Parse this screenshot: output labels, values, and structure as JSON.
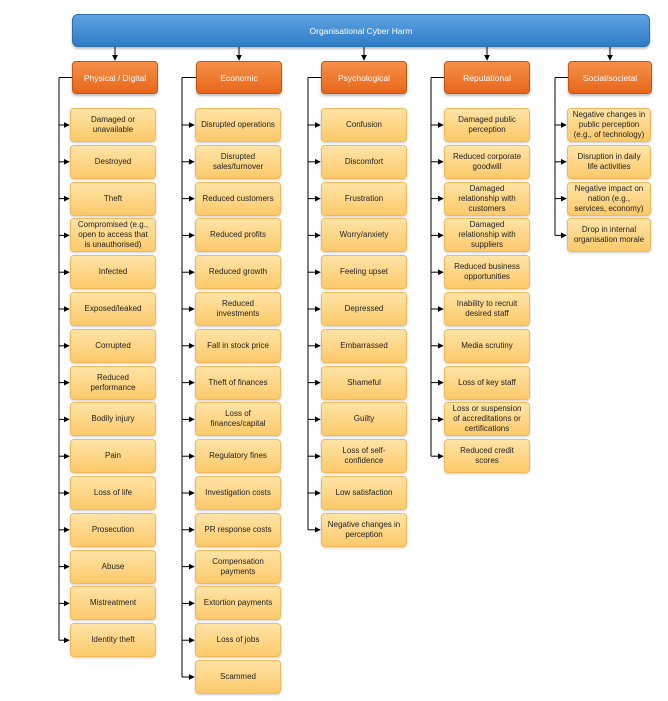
{
  "root": {
    "label": "Organisational Cyber Harm"
  },
  "colors": {
    "root": "#3b86cf",
    "category": "#ef7a2e",
    "item": "#fdd88a",
    "line": "#000000"
  },
  "categories": [
    {
      "key": "physical",
      "label": "Physical / Digital",
      "items": [
        "Damaged or unavailable",
        "Destroyed",
        "Theft",
        "Compromised (e.g., open to access that is unauthorised)",
        "Infected",
        "Exposed/leaked",
        "Corrupted",
        "Reduced performance",
        "Bodily injury",
        "Pain",
        "Loss of life",
        "Prosecution",
        "Abuse",
        "Mistreatment",
        "Identity theft"
      ]
    },
    {
      "key": "economic",
      "label": "Economic",
      "items": [
        "Disrupted operations",
        "Disrupted sales/turnover",
        "Reduced customers",
        "Reduced profits",
        "Reduced growth",
        "Reduced investments",
        "Fall in stock price",
        "Theft of finances",
        "Loss of finances/capital",
        "Regulatory fines",
        "Investigation costs",
        "PR response costs",
        "Compensation payments",
        "Extortion payments",
        "Loss of jobs",
        "Scammed"
      ]
    },
    {
      "key": "psychological",
      "label": "Psychological",
      "items": [
        "Confusion",
        "Discomfort",
        "Frustration",
        "Worry/anxiety",
        "Feeling upset",
        "Depressed",
        "Embarrassed",
        "Shameful",
        "Guilty",
        "Loss of self-confidence",
        "Low satisfaction",
        "Negative changes in perception"
      ]
    },
    {
      "key": "reputational",
      "label": "Reputational",
      "items": [
        "Damaged public perception",
        "Reduced corporate goodwill",
        "Damaged relationship with customers",
        "Damaged relationship with suppliers",
        "Reduced business opportunities",
        "Inability to recruit desired staff",
        "Media scrutiny",
        "Loss of key staff",
        "Loss or suspension of accreditations or certifications",
        "Reduced credit scores"
      ]
    },
    {
      "key": "social",
      "label": "Social/societal",
      "items": [
        "Negative changes in public perception (e.g., of technology)",
        "Disruption in daily life activities",
        "Negative impact on nation (e.g., services, economy)",
        "Drop in internal organisation morale"
      ]
    }
  ]
}
